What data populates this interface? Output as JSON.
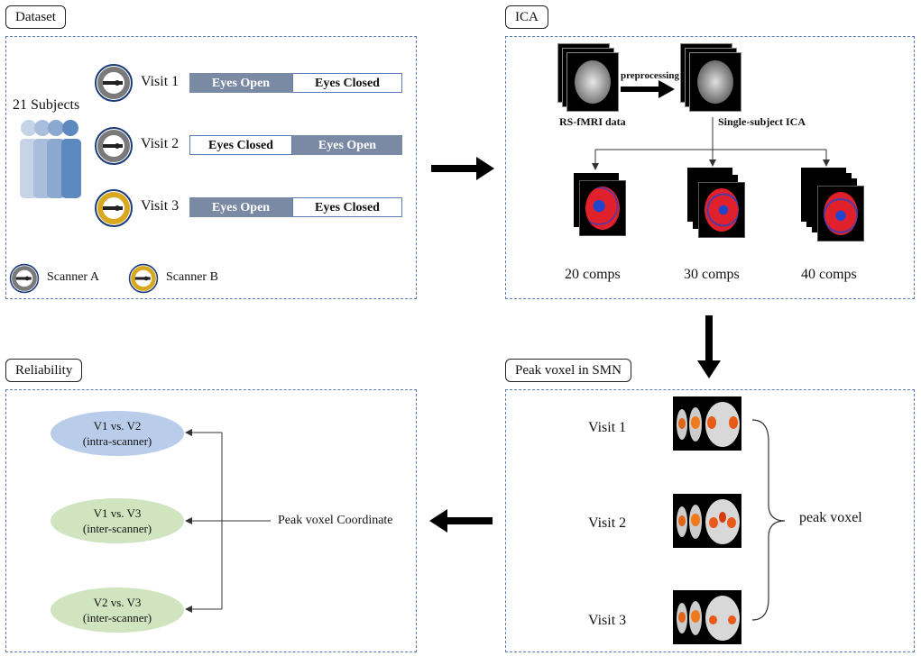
{
  "dataset": {
    "title": "Dataset",
    "subjects": "21 Subjects",
    "visits": [
      {
        "label": "Visit 1",
        "first": "Eyes Open",
        "second": "Eyes Closed",
        "scanner_color": "#7a7a7a"
      },
      {
        "label": "Visit 2",
        "first": "Eyes Closed",
        "second": "Eyes Open",
        "scanner_color": "#7a7a7a"
      },
      {
        "label": "Visit 3",
        "first": "Eyes Open",
        "second": "Eyes Closed",
        "scanner_color": "#d8a820"
      }
    ],
    "legend": {
      "scanner_a": "Scanner A",
      "scanner_b": "Scanner B"
    }
  },
  "ica": {
    "title": "ICA",
    "rs_label": "RS-fMRI data",
    "preprocessing": "preprocessing",
    "single_subject": "Single-subject ICA",
    "comps": [
      "20 comps",
      "30 comps",
      "40 comps"
    ]
  },
  "peak": {
    "title": "Peak voxel in SMN",
    "visits": [
      "Visit 1",
      "Visit 2",
      "Visit 3"
    ],
    "peak_label": "peak voxel"
  },
  "reliability": {
    "title": "Reliability",
    "pairs": [
      {
        "line1": "V1 vs. V2",
        "line2": "(intra-scanner)",
        "color": "#b9cdea"
      },
      {
        "line1": "V1 vs. V3",
        "line2": "(inter-scanner)",
        "color": "#cfe4bf"
      },
      {
        "line1": "V2 vs. V3",
        "line2": "(inter-scanner)",
        "color": "#cfe4bf"
      }
    ],
    "coordinate_label": "Peak voxel Coordinate"
  }
}
